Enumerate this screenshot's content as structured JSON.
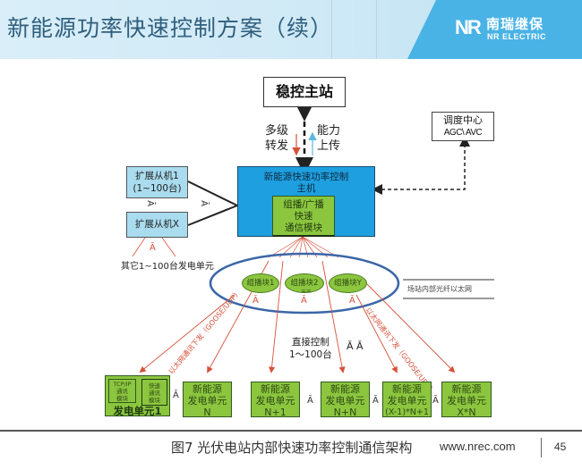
{
  "header": {
    "title": "新能源功率快速控制方案（续）",
    "logo_mark": "NR",
    "logo_cn": "南瑞继保",
    "logo_en": "NR ELECTRIC"
  },
  "diagram": {
    "master_station": "稳控主站",
    "forward_label": [
      "多级",
      "转发"
    ],
    "upload_label": [
      "能力",
      "上传"
    ],
    "dispatch_center": [
      "调度中心",
      "AGC\\ AVC"
    ],
    "main_unit": [
      "新能源快速功率控制",
      "主机"
    ],
    "comm_module": [
      "组播/广播",
      "快速",
      "通信模块"
    ],
    "ext_slave_1": [
      "扩展从机1",
      "(1~100台)"
    ],
    "ext_slave_x": "扩展从机X",
    "ellipsis_mark": "Ā",
    "other_units": "其它1~100台发电单元",
    "multicast_groups": [
      "组播块1",
      "组播块2",
      "组播块Y"
    ],
    "group2_sub": "==",
    "network_label": "场站内部光纤以太网",
    "left_arrow_label": "以太网通讯下发（GOOSE/UDP）",
    "right_arrow_label": "以太网通讯下发（GOOSE/UDP）",
    "direct_control": [
      "直接控制",
      "1～100台"
    ],
    "double_ellipsis": "Ā Ā",
    "unit1": {
      "tcp_module": [
        "TCP/IP",
        "通讯",
        "模块"
      ],
      "fast_module": [
        "快速",
        "通讯",
        "模块"
      ],
      "label": "发电单元1"
    },
    "gen_units": [
      {
        "line1": "新能源",
        "line2": "发电单元",
        "line3": "N"
      },
      {
        "line1": "新能源",
        "line2": "发电单元",
        "line3": "N+1"
      },
      {
        "line1": "新能源",
        "line2": "发电单元",
        "line3": "N+N"
      },
      {
        "line1": "新能源",
        "line2": "发电单元",
        "line3": "(X-1)*N+1"
      },
      {
        "line1": "新能源",
        "line2": "发电单元",
        "line3": "X*N"
      }
    ]
  },
  "footer": {
    "caption": "图7 光伏电站内部快速功率控制通信架构",
    "url": "www.nrec.com",
    "page": "45"
  },
  "colors": {
    "header_blue": "#4ab3e6",
    "main_unit_blue": "#1e9fe0",
    "module_green": "#8cc63f",
    "slave_blue": "#a9dcee",
    "arrow_red": "#d6513a",
    "ellipse_blue": "#3a66a8"
  }
}
